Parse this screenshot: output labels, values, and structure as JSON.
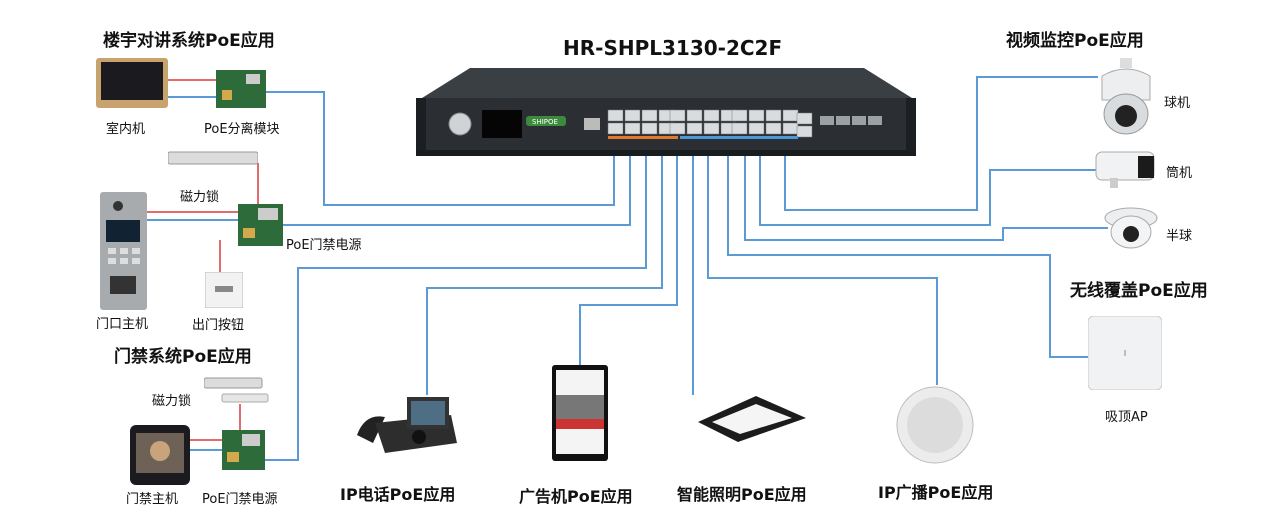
{
  "switch": {
    "model": "HR-SHPL3130-2C2F",
    "brand": "SHIPOE"
  },
  "sections": {
    "intercom": "楼宇对讲系统PoE应用",
    "access": "门禁系统PoE应用",
    "video": "视频监控PoE应用",
    "wireless": "无线覆盖PoE应用"
  },
  "labels": {
    "indoor_unit": "室内机",
    "poe_splitter": "PoE分离模块",
    "maglock_1": "磁力锁",
    "poe_access_power_1": "PoE门禁电源",
    "door_station": "门口主机",
    "exit_button": "出门按钮",
    "maglock_2": "磁力锁",
    "access_host": "门禁主机",
    "poe_access_power_2": "PoE门禁电源",
    "dome_ptz": "球机",
    "bullet": "筒机",
    "half_dome": "半球",
    "ceiling_ap": "吸顶AP"
  },
  "bottom": {
    "ip_phone": "IP电话PoE应用",
    "ad_player": "广告机PoE应用",
    "smart_light": "智能照明PoE应用",
    "ip_broadcast": "IP广播PoE应用"
  },
  "colors": {
    "wire": "#5b9bd5",
    "power": "#d93a3a",
    "switch_body": "#2b2f33",
    "port_orange": "#e07a2c"
  }
}
